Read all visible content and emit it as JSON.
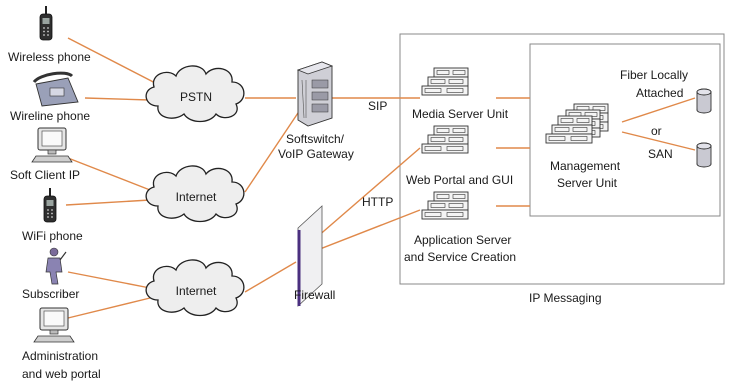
{
  "devices": {
    "wireless_phone": "Wireless phone",
    "wireline_phone": "Wireline phone",
    "soft_client": "Soft Client IP",
    "wifi_phone": "WiFi phone",
    "subscriber": "Subscriber",
    "admin_line1": "Administration",
    "admin_line2": "and web portal"
  },
  "clouds": {
    "pstn": "PSTN",
    "internet_top": "Internet",
    "internet_bottom": "Internet"
  },
  "gateway": {
    "line1": "Softswitch/",
    "line2": "VoIP Gateway"
  },
  "protocols": {
    "sip": "SIP",
    "http": "HTTP"
  },
  "firewall": "Firewall",
  "servers": {
    "media": "Media Server Unit",
    "web": "Web Portal and GUI",
    "app_line1": "Application Server",
    "app_line2": "and Service Creation",
    "mgmt_line1": "Management",
    "mgmt_line2": "Server Unit"
  },
  "storage": {
    "fiber_line1": "Fiber Locally",
    "fiber_line2": "Attached",
    "or": "or",
    "san": "SAN"
  },
  "region": "IP Messaging",
  "colors": {
    "link": "#e0894a",
    "cloud_fill": "#eeeeee",
    "firewall_purple": "#4a2f7f",
    "outline": "#555555"
  }
}
